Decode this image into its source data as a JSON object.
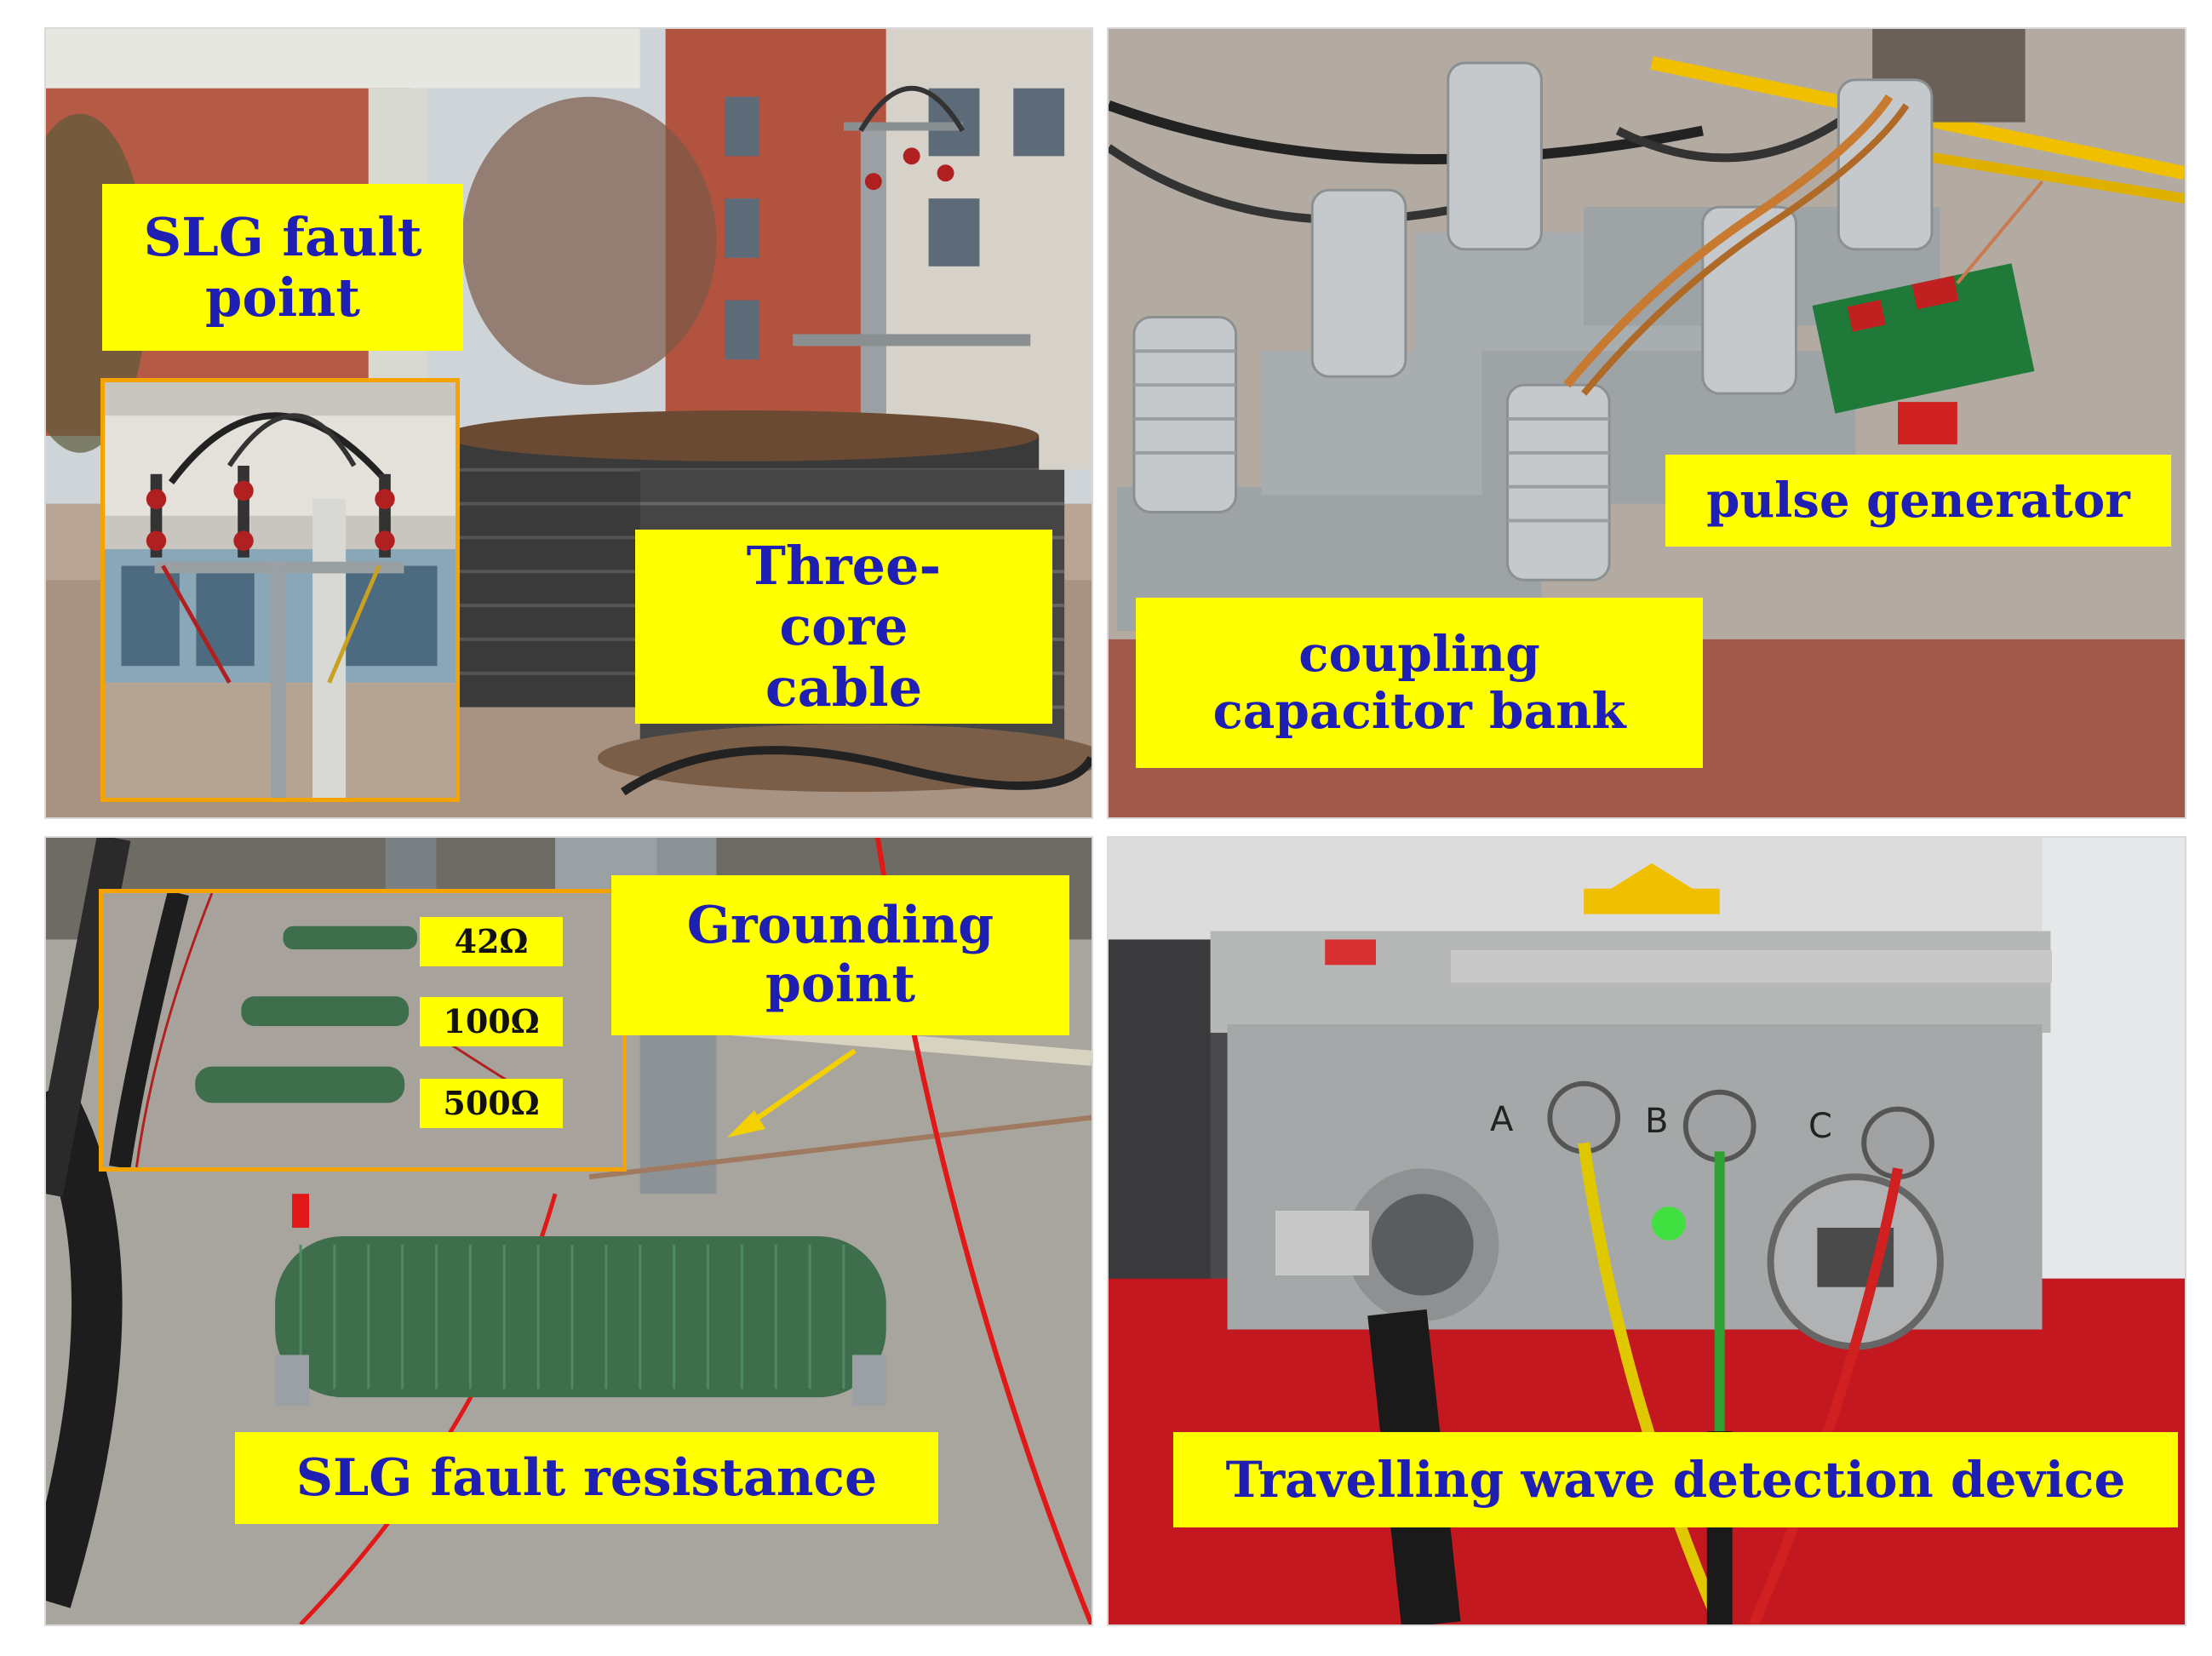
{
  "panels": {
    "top_left": {
      "label_slg_fault_point": "SLG fault point",
      "label_three_core_cable": "Three-core cable"
    },
    "top_right": {
      "label_pulse_generator": "pulse generator",
      "label_coupling_capacitor_bank": "coupling capacitor bank"
    },
    "bottom_left": {
      "label_grounding_point": "Grounding point",
      "label_slg_fault_resistance": "SLG fault resistance",
      "resistor_values": [
        "42Ω",
        "100Ω",
        "500Ω"
      ]
    },
    "bottom_right": {
      "label_travelling_wave_device": "Travelling wave detection device",
      "port_labels": [
        "A",
        "B",
        "C"
      ]
    }
  },
  "colors": {
    "label_background": "#ffff00",
    "label_text": "#1f1fb4",
    "inset_border": "#f4a300"
  }
}
